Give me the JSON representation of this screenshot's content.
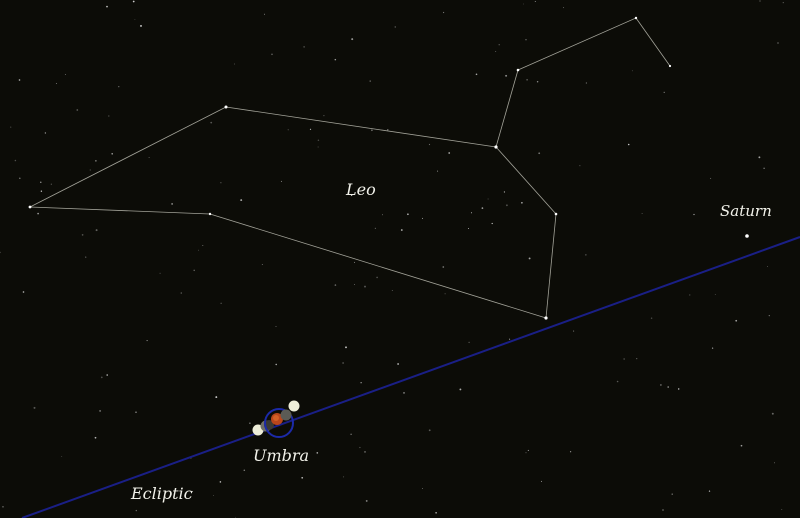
{
  "labels": {
    "constellation": "Leo",
    "planet": "Saturn",
    "shadow": "Umbra",
    "ecliptic": "Ecliptic"
  },
  "colors": {
    "sky": "#0c0c07",
    "constellation_lines": "#bdbdb2",
    "ecliptic": "#1a1f86",
    "umbra_outline": "#1c2aa8",
    "eclipsed_moon": "#b8461c",
    "full_moon": "#eeeed8",
    "label_text": "#f2f2ea"
  }
}
